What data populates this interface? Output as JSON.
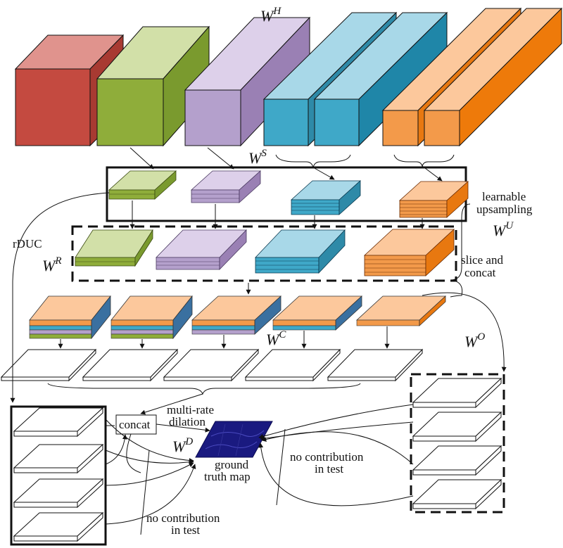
{
  "labels": {
    "w_h": {
      "base": "W",
      "sup": "H"
    },
    "w_s": {
      "base": "W",
      "sup": "S"
    },
    "w_r": {
      "base": "W",
      "sup": "R"
    },
    "w_u": {
      "base": "W",
      "sup": "U"
    },
    "w_c": {
      "base": "W",
      "sup": "C"
    },
    "w_o": {
      "base": "W",
      "sup": "O"
    },
    "w_d": {
      "base": "W",
      "sup": "D"
    },
    "learnable_1": "learnable",
    "learnable_2": "upsampling",
    "rduc": "rDUC",
    "slice_1": "slice  and",
    "slice_2": "concat",
    "concat_box": "concat",
    "multirate_1": "multi-rate",
    "multirate_2": "dilation",
    "ground_1": "ground",
    "ground_2": "truth  map",
    "nocontrib_right_1": "no  contribution",
    "nocontrib_right_2": "in  test",
    "nocontrib_bottom_1": "no  contribution",
    "nocontrib_bottom_2": "in  test"
  },
  "colors": {
    "red": "#c44a40",
    "green": "#8fad3a",
    "purple": "#a890c0",
    "blue": "#3fa8c8",
    "orange": "#f39a4a",
    "navy": "#1a1a80"
  }
}
